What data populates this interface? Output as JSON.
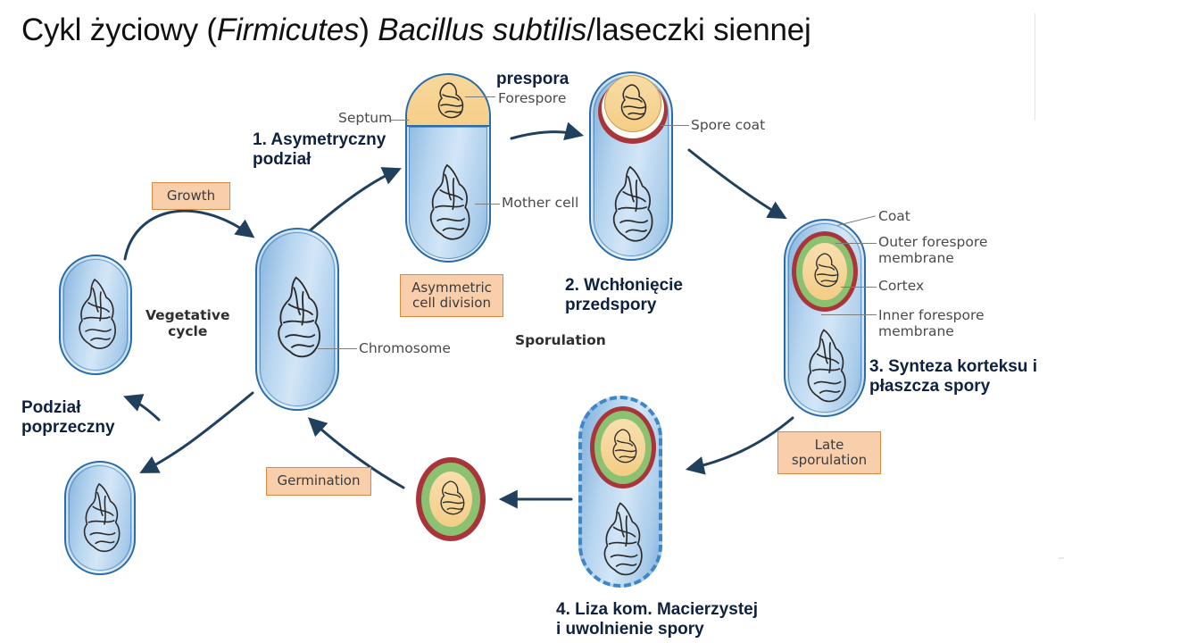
{
  "title": {
    "part1": "Cykl życiowy (",
    "italic1": "Firmicutes",
    "part2": ") ",
    "italic2": "Bacillus subtilis",
    "part3": "/laseczki siennej",
    "full": "Cykl życiowy (Firmicutes) Bacillus subtilis/laseczki siennej",
    "color": "#111111"
  },
  "polish_steps": {
    "step1": "1. Asymetryczny\npodział",
    "step2": "2. Wchłonięcie\nprzedspory",
    "step3": "3. Synteza korteksu i\npłaszcza spory",
    "step4": "4. Liza kom. Macierzystej\ni uwolnienie spory",
    "prespora": "prespora",
    "podzial_poprzeczny": "Podział\npoprzeczny",
    "color": "#10213f"
  },
  "english_labels": {
    "septum": "Septum",
    "forespore": "Forespore",
    "mother_cell": "Mother cell",
    "spore_coat": "Spore coat",
    "coat": "Coat",
    "outer_forespore_membrane": "Outer forespore\nmembrane",
    "cortex": "Cortex",
    "inner_forespore_membrane": "Inner forespore\nmembrane",
    "chromosome": "Chromosome",
    "vegetative_cycle": "Vegetative\ncycle",
    "sporulation": "Sporulation",
    "color": "#4a4a4a"
  },
  "process_boxes": {
    "growth": "Growth",
    "asymmetric_cell_division": "Asymmetric\ncell division",
    "late_sporulation": "Late\nsporulation",
    "germination": "Germination",
    "fill": "#f8ceab",
    "border": "#d8883f"
  },
  "colors": {
    "cell_blue_dark": "#2b6ca8",
    "cell_blue_light": "#b7d5ef",
    "forespore_tan": "#f6cf8a",
    "spore_coat_red": "#a8353a",
    "spore_cortex_green": "#8cc172",
    "spore_core_tan": "#f6d79d",
    "arrow_navy": "#21405e",
    "background": "#ffffff"
  },
  "cells": [
    {
      "name": "vegetative-cell-left",
      "state": "vegetative"
    },
    {
      "name": "vegetative-cell-center",
      "state": "vegetative-elongated"
    },
    {
      "name": "daughter-cell-bottom-left",
      "state": "vegetative"
    },
    {
      "name": "asymmetric-division-cell",
      "state": "septum-forespore"
    },
    {
      "name": "engulfment-cell",
      "state": "engulfed-prespore"
    },
    {
      "name": "cortex-synthesis-cell",
      "state": "mature-spore-inside"
    },
    {
      "name": "lysis-cell",
      "state": "lysing-dashed"
    },
    {
      "name": "free-spore",
      "state": "released-spore"
    }
  ]
}
